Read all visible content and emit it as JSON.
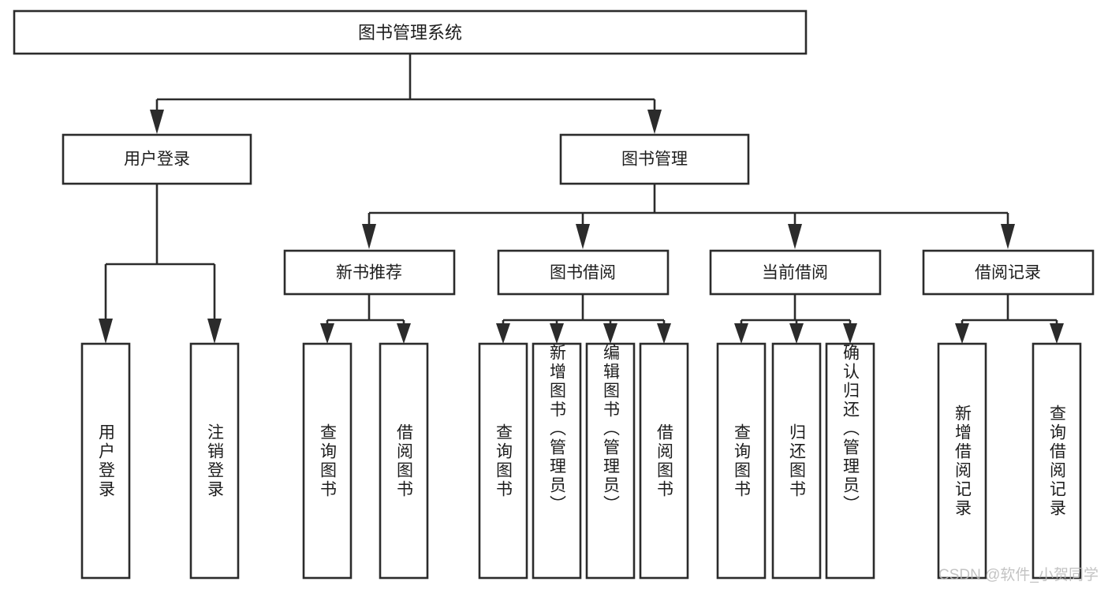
{
  "diagram": {
    "title": "图书管理系统",
    "type": "tree",
    "watermark": "CSDN @软件_小贺同学",
    "colors": {
      "stroke": "#2b2b2b",
      "fill": "#ffffff",
      "text": "#1d1d1d",
      "watermark": "#b9b9b9"
    },
    "root": {
      "label": "图书管理系统"
    },
    "level2": [
      {
        "label": "用户登录"
      },
      {
        "label": "图书管理"
      }
    ],
    "level3": [
      {
        "label": "新书推荐"
      },
      {
        "label": "图书借阅"
      },
      {
        "label": "当前借阅"
      },
      {
        "label": "借阅记录"
      }
    ],
    "leaves": {
      "user_login": [
        {
          "label": "用户登录"
        },
        {
          "label": "注销登录"
        }
      ],
      "new_book_recommend": [
        {
          "label": "查询图书"
        },
        {
          "label": "借阅图书"
        }
      ],
      "book_borrow": [
        {
          "label": "查询图书"
        },
        {
          "label": "新增图书（管理员）"
        },
        {
          "label": "编辑图书（管理员）"
        },
        {
          "label": "借阅图书"
        }
      ],
      "current_borrow": [
        {
          "label": "查询图书"
        },
        {
          "label": "归还图书"
        },
        {
          "label": "确认归还（管理员）"
        }
      ],
      "borrow_record": [
        {
          "label": "新增借阅记录"
        },
        {
          "label": "查询借阅记录"
        }
      ]
    }
  }
}
